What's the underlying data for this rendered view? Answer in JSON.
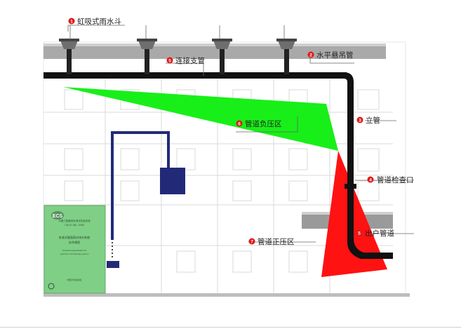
{
  "labels": [
    {
      "num": "1",
      "text": "虹吸式雨水斗"
    },
    {
      "num": "2",
      "text": "水平悬吊管"
    },
    {
      "num": "3",
      "text": "立管"
    },
    {
      "num": "4",
      "text": "管道检查口"
    },
    {
      "num": "5",
      "text": "连接支管"
    },
    {
      "num": "5",
      "text": "出户管道"
    },
    {
      "num": "6",
      "text": "管道负压区"
    },
    {
      "num": "7",
      "text": "管道正压区"
    }
  ],
  "colors": {
    "pipe": "#111111",
    "negative_zone": "#18ef18",
    "positive_zone": "#ff1212",
    "tank": "#222a78",
    "badge": "#e01818",
    "book": "#7fcf86"
  },
  "book": {
    "logo": "ECS",
    "line1": "中国工程建设标准化协会标准",
    "code": "CECS 183 : 2005",
    "title1": "虹吸式屋面雨水排水系统",
    "title2": "技术规程",
    "en1": "Technical specification for",
    "en2": "syphonic roof drainage system",
    "publisher": "中国计划出版社"
  }
}
